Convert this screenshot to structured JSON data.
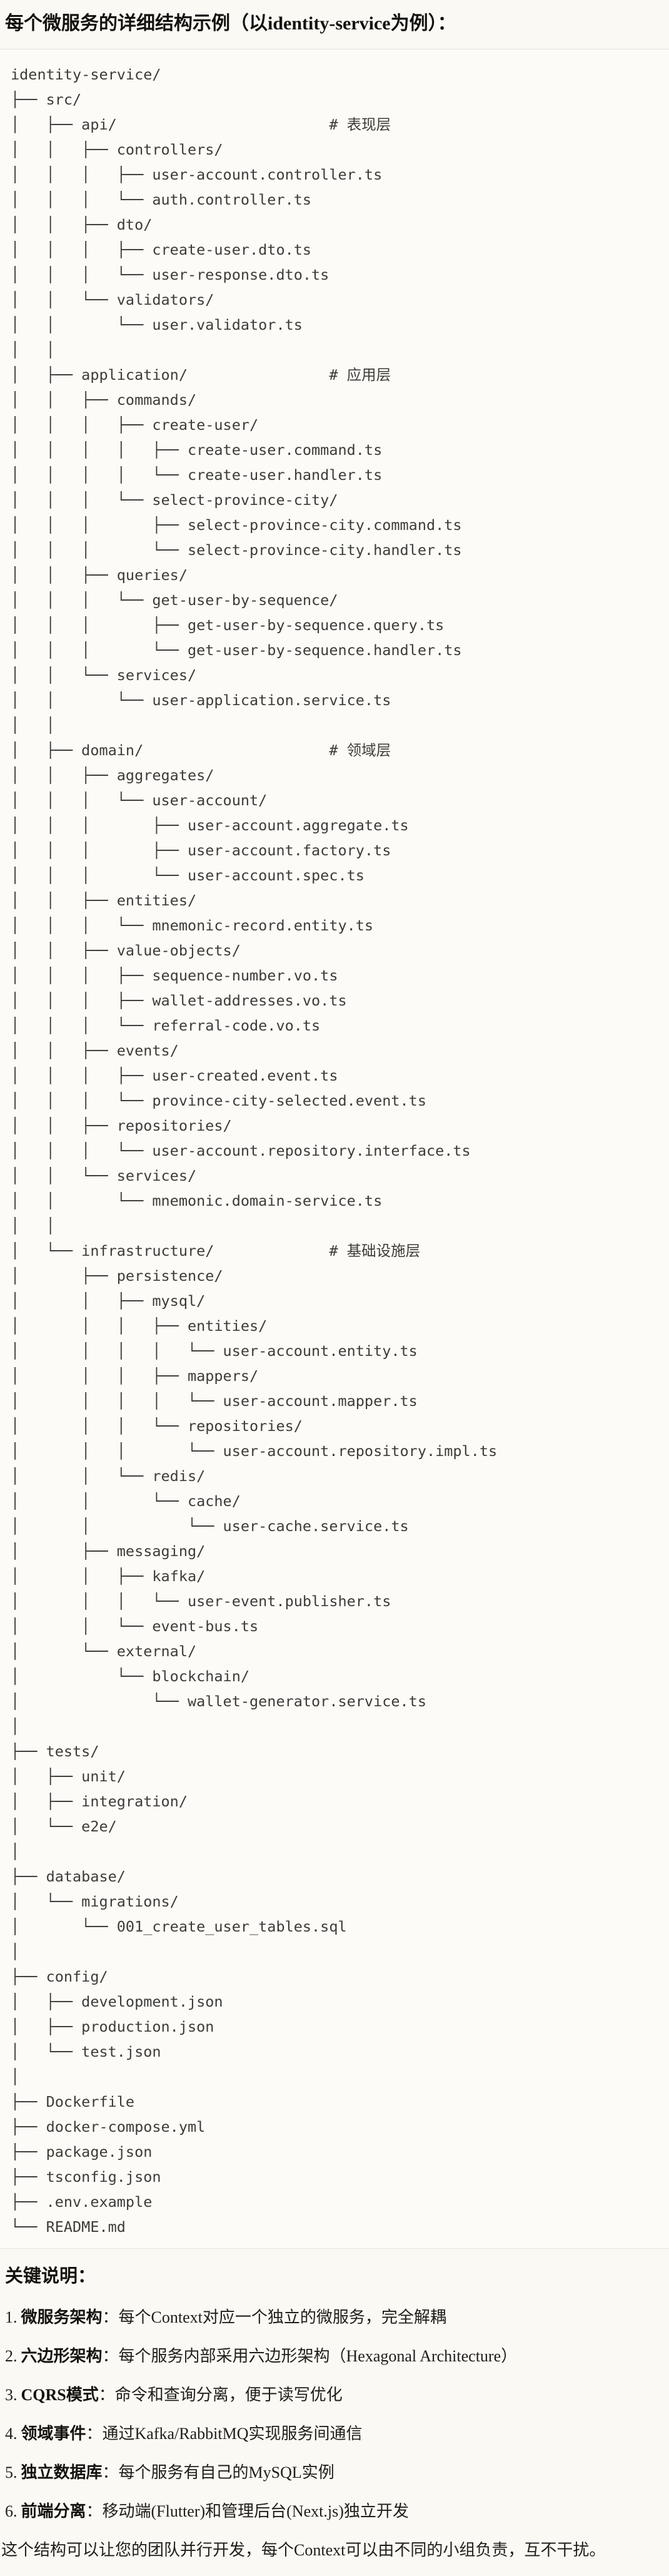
{
  "page": {
    "title": "每个微服务的详细结构示例（以identity-service为例）："
  },
  "tree": {
    "lines": [
      "identity-service/",
      "├── src/",
      "│   ├── api/                        # 表现层",
      "│   │   ├── controllers/",
      "│   │   │   ├── user-account.controller.ts",
      "│   │   │   └── auth.controller.ts",
      "│   │   ├── dto/",
      "│   │   │   ├── create-user.dto.ts",
      "│   │   │   └── user-response.dto.ts",
      "│   │   └── validators/",
      "│   │       └── user.validator.ts",
      "│   │",
      "│   ├── application/                # 应用层",
      "│   │   ├── commands/",
      "│   │   │   ├── create-user/",
      "│   │   │   │   ├── create-user.command.ts",
      "│   │   │   │   └── create-user.handler.ts",
      "│   │   │   └── select-province-city/",
      "│   │   │       ├── select-province-city.command.ts",
      "│   │   │       └── select-province-city.handler.ts",
      "│   │   ├── queries/",
      "│   │   │   └── get-user-by-sequence/",
      "│   │   │       ├── get-user-by-sequence.query.ts",
      "│   │   │       └── get-user-by-sequence.handler.ts",
      "│   │   └── services/",
      "│   │       └── user-application.service.ts",
      "│   │",
      "│   ├── domain/                     # 领域层",
      "│   │   ├── aggregates/",
      "│   │   │   └── user-account/",
      "│   │   │       ├── user-account.aggregate.ts",
      "│   │   │       ├── user-account.factory.ts",
      "│   │   │       └── user-account.spec.ts",
      "│   │   ├── entities/",
      "│   │   │   └── mnemonic-record.entity.ts",
      "│   │   ├── value-objects/",
      "│   │   │   ├── sequence-number.vo.ts",
      "│   │   │   ├── wallet-addresses.vo.ts",
      "│   │   │   └── referral-code.vo.ts",
      "│   │   ├── events/",
      "│   │   │   ├── user-created.event.ts",
      "│   │   │   └── province-city-selected.event.ts",
      "│   │   ├── repositories/",
      "│   │   │   └── user-account.repository.interface.ts",
      "│   │   └── services/",
      "│   │       └── mnemonic.domain-service.ts",
      "│   │",
      "│   └── infrastructure/             # 基础设施层",
      "│       ├── persistence/",
      "│       │   ├── mysql/",
      "│       │   │   ├── entities/",
      "│       │   │   │   └── user-account.entity.ts",
      "│       │   │   ├── mappers/",
      "│       │   │   │   └── user-account.mapper.ts",
      "│       │   │   └── repositories/",
      "│       │   │       └── user-account.repository.impl.ts",
      "│       │   └── redis/",
      "│       │       └── cache/",
      "│       │           └── user-cache.service.ts",
      "│       ├── messaging/",
      "│       │   ├── kafka/",
      "│       │   │   └── user-event.publisher.ts",
      "│       │   └── event-bus.ts",
      "│       └── external/",
      "│           └── blockchain/",
      "│               └── wallet-generator.service.ts",
      "│",
      "├── tests/",
      "│   ├── unit/",
      "│   ├── integration/",
      "│   └── e2e/",
      "│",
      "├── database/",
      "│   └── migrations/",
      "│       └── 001_create_user_tables.sql",
      "│",
      "├── config/",
      "│   ├── development.json",
      "│   ├── production.json",
      "│   └── test.json",
      "│",
      "├── Dockerfile",
      "├── docker-compose.yml",
      "├── package.json",
      "├── tsconfig.json",
      "├── .env.example",
      "└── README.md"
    ]
  },
  "notes": {
    "heading": "关键说明：",
    "items": [
      {
        "num": "1.",
        "label": "微服务架构",
        "text": "：每个Context对应一个独立的微服务，完全解耦"
      },
      {
        "num": "2.",
        "label": "六边形架构",
        "text": "：每个服务内部采用六边形架构（Hexagonal Architecture）"
      },
      {
        "num": "3.",
        "label": "CQRS模式",
        "text": "：命令和查询分离，便于读写优化"
      },
      {
        "num": "4.",
        "label": "领域事件",
        "text": "：通过Kafka/RabbitMQ实现服务间通信"
      },
      {
        "num": "5.",
        "label": "独立数据库",
        "text": "：每个服务有自己的MySQL实例"
      },
      {
        "num": "6.",
        "label": "前端分离",
        "text": "：移动端(Flutter)和管理后台(Next.js)独立开发"
      }
    ],
    "footer": "这个结构可以让您的团队并行开发，每个Context可以由不同的小组负责，互不干扰。"
  },
  "colors": {
    "page_bg": "#FAF9F4",
    "code_bg": "#FCFBF8",
    "border": "#E7E4DB",
    "tree_text": "#3D3C37",
    "body_text": "#201E1A"
  }
}
